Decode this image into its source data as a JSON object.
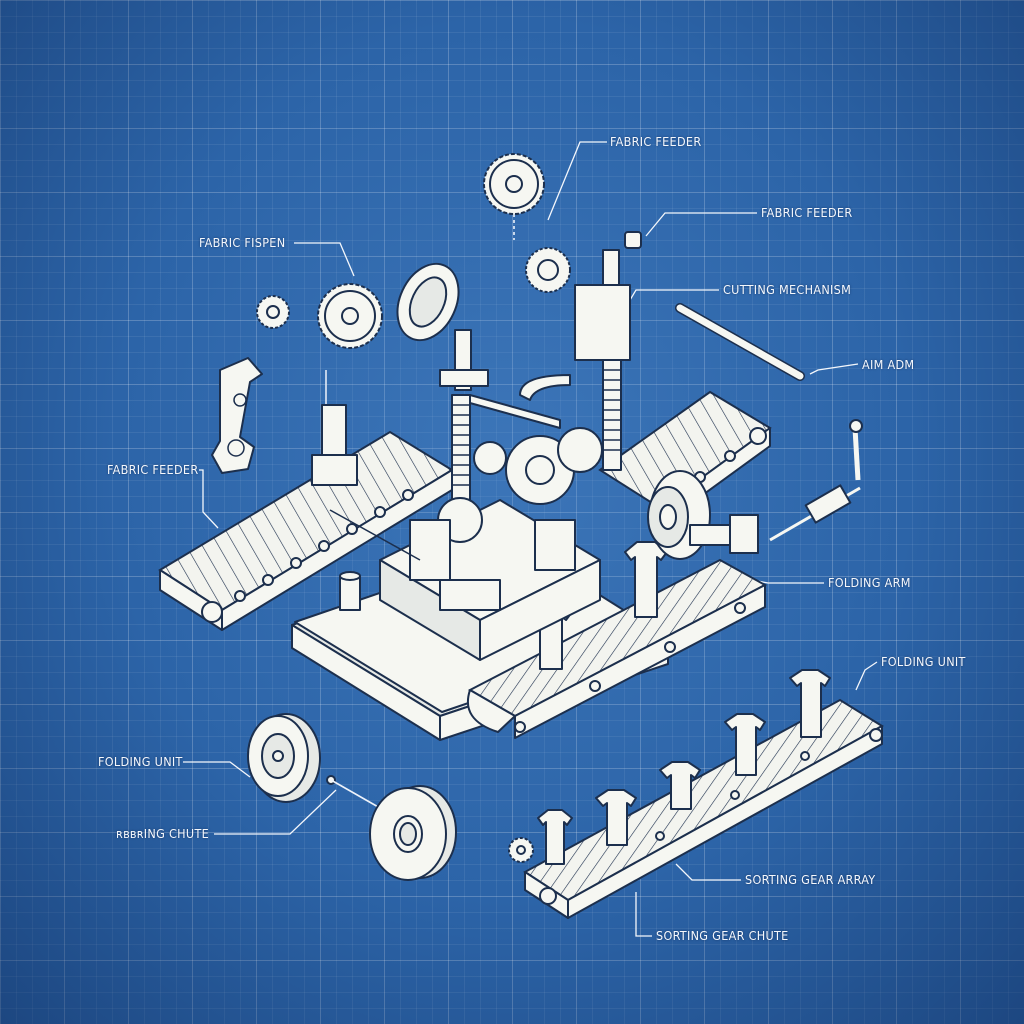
{
  "labels": {
    "fabric_feeder_top": "FABRIC FEEDER",
    "fabric_feeder_right": "FABRIC FEEDER",
    "fabric_fispen": "FABRIC FISPEN",
    "cutting_mechanism": "CUTTING MECHANISM",
    "aim_adm": "AIM ADM",
    "fabric_feeder_left": "FABRIC FEEDER",
    "folding_arm": "FOLDING ARM",
    "folding_unit_right": "FOLDING UNIT",
    "folding_unit_left": "FOLDING UNIT",
    "stacking_chute": "ʀʙʙʀING CHUTE",
    "sorting_gear_array": "SORTING GEAR ARRAY",
    "sorting_gear_chute": "SORTING GEAR CHUTE"
  },
  "colors": {
    "blueprint_bg": "#2c64a8",
    "line": "#eef3fb",
    "part_fill": "#f6f7f2",
    "part_outline": "#1c2f4d"
  }
}
